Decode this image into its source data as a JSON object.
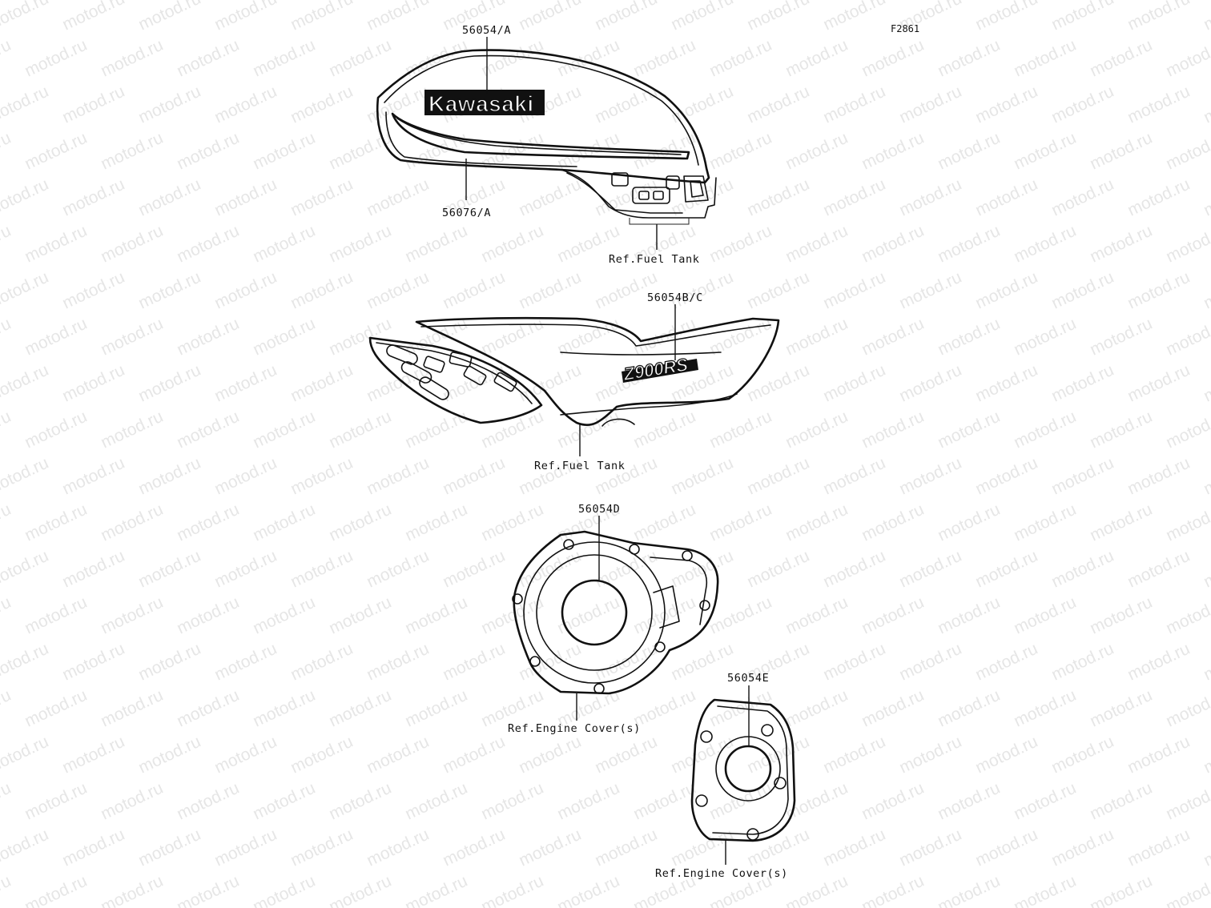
{
  "figure_id": "F2861",
  "watermark_text": "motod.ru",
  "ink_color": "#111111",
  "watermark_color": "#e6e6e6",
  "parts": [
    {
      "name": "tank-emblem",
      "number": "56054/A",
      "logo": "Kawasaki"
    },
    {
      "name": "tank-stripe",
      "number": "56076/A"
    },
    {
      "name": "tank-side-emblem",
      "number": "56054B/C",
      "logo": "Z900RS"
    },
    {
      "name": "generator-cover-emblem",
      "number": "56054D"
    },
    {
      "name": "clutch-cover-emblem",
      "number": "56054E"
    }
  ],
  "references": [
    {
      "name": "ref-fuel-tank-1",
      "text": "Ref.Fuel Tank"
    },
    {
      "name": "ref-fuel-tank-2",
      "text": "Ref.Fuel Tank"
    },
    {
      "name": "ref-engine-cover-1",
      "text": "Ref.Engine Cover(s)"
    },
    {
      "name": "ref-engine-cover-2",
      "text": "Ref.Engine Cover(s)"
    }
  ]
}
